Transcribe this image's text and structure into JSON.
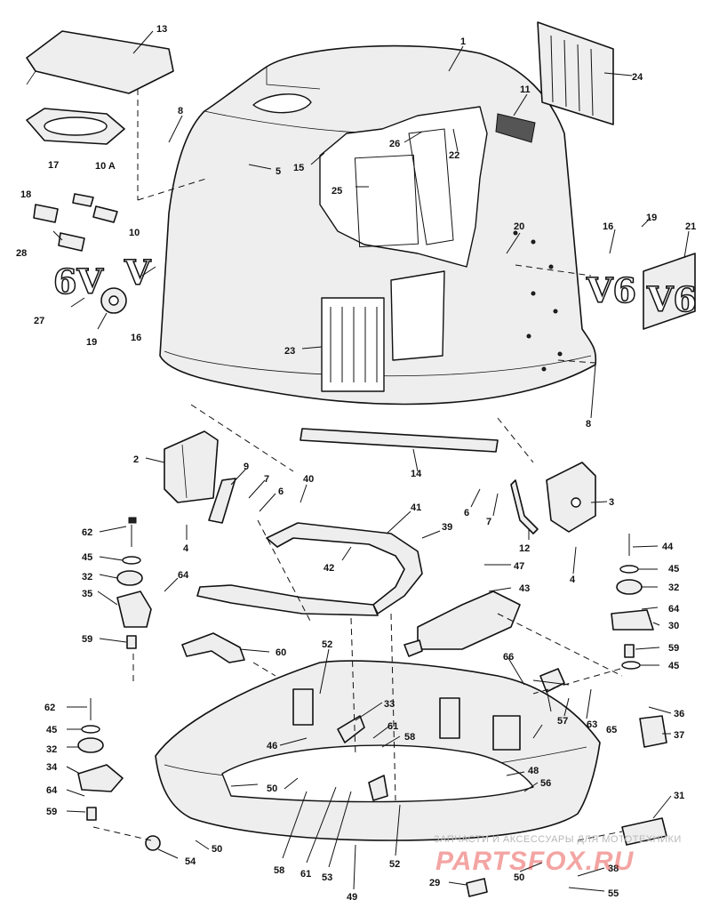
{
  "labels": {
    "l1": "1",
    "l2": "2",
    "l3": "3",
    "l4a": "4",
    "l4b": "4",
    "l5": "5",
    "l6a": "6",
    "l6b": "6",
    "l7a": "7",
    "l7b": "7",
    "l8a": "8",
    "l8b": "8",
    "l9": "9",
    "l10": "10",
    "l10a": "10 A",
    "l11": "11",
    "l12": "12",
    "l13": "13",
    "l14": "14",
    "l15": "15",
    "l16a": "16",
    "l16b": "16",
    "l17": "17",
    "l18": "18",
    "l19a": "19",
    "l19b": "19",
    "l20": "20",
    "l21": "21",
    "l22": "22",
    "l23": "23",
    "l24": "24",
    "l25": "25",
    "l26": "26",
    "l27": "27",
    "l28": "28",
    "l29": "29",
    "l30": "30",
    "l31": "31",
    "l32a": "32",
    "l32b": "32",
    "l32c": "32",
    "l33": "33",
    "l34": "34",
    "l35": "35",
    "l36": "36",
    "l37": "37",
    "l38": "38",
    "l39": "39",
    "l40": "40",
    "l41": "41",
    "l42": "42",
    "l43": "43",
    "l44": "44",
    "l45a": "45",
    "l45b": "45",
    "l45c": "45",
    "l45d": "45",
    "l46": "46",
    "l47": "47",
    "l48": "48",
    "l49": "49",
    "l50a": "50",
    "l50b": "50",
    "l50c": "50",
    "l52a": "52",
    "l52b": "52",
    "l53": "53",
    "l54": "54",
    "l55": "55",
    "l56": "56",
    "l57": "57",
    "l58a": "58",
    "l58b": "58",
    "l59a": "59",
    "l59b": "59",
    "l59c": "59",
    "l60": "60",
    "l61a": "61",
    "l61b": "61",
    "l62a": "62",
    "l62b": "62",
    "l63": "63",
    "l64a": "64",
    "l64b": "64",
    "l64c": "64",
    "l65": "65",
    "l66": "66"
  },
  "decals": {
    "v6_main": "V6",
    "v6_outline": "V6",
    "v6_flipped": "6V",
    "v_single": "V"
  },
  "watermark": {
    "tagline": "ЗАПЧАСТИ И АКСЕССУАРЫ ДЛЯ МОТОТЕХНИКИ",
    "brand": "PARTSFOX.RU"
  },
  "colors": {
    "line": "#111111",
    "part_fill": "#eeeeee",
    "watermark_red": "#e53935",
    "watermark_grey": "#b8b8b8"
  }
}
